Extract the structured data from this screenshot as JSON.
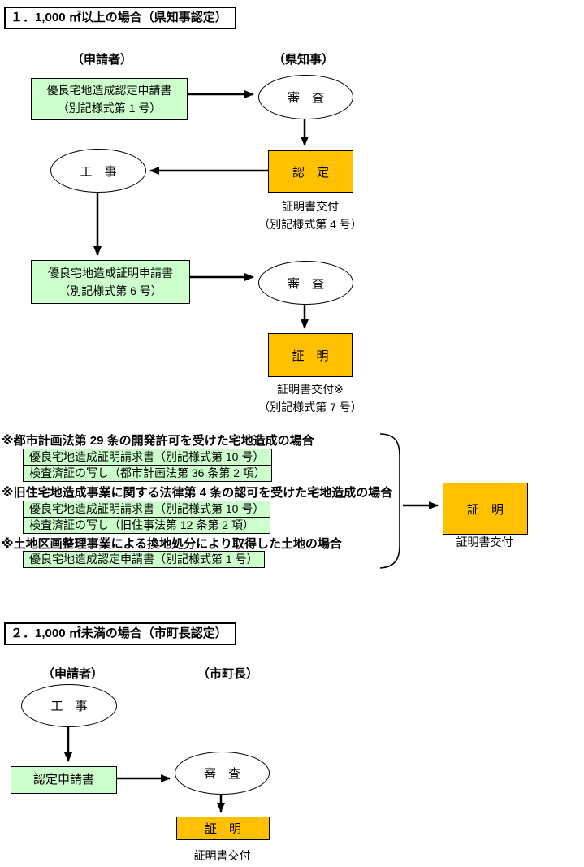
{
  "colors": {
    "background": "#ffffff",
    "document_fill": "#ccffcc",
    "decision_fill": "#ffc000",
    "line": "#000000"
  },
  "section1": {
    "title": "１．1,000 ㎡以上の場合（県知事認定）",
    "applicant_label": "（申請者）",
    "governor_label": "（県知事）",
    "doc1_line1": "優良宅地造成認定申請書",
    "doc1_line2": "（別記様式第 1 号）",
    "review1": "審　査",
    "approval": "認　定",
    "approval_caption_line1": "証明書交付",
    "approval_caption_line2": "（別記様式第 4 号）",
    "construction": "工　事",
    "doc2_line1": "優良宅地造成証明申請書",
    "doc2_line2": "（別記様式第 6 号）",
    "review2": "審　査",
    "certify": "証　明",
    "certify_caption_line1": "証明書交付※",
    "certify_caption_line2": "（別記様式第 7 号）"
  },
  "notes": {
    "case1_heading": "※都市計画法第 29 条の開発許可を受けた宅地造成の場合",
    "case1_doc_line1": "優良宅地造成証明請求書（別記様式第 10 号）",
    "case1_doc_line2": "検査済証の写し（都市計画法第 36 条第 2 項）",
    "case2_heading": "※旧住宅地造成事業に関する法律第 4 条の認可を受けた宅地造成の場合",
    "case2_doc_line1": "優良宅地造成証明請求書（別記様式第 10 号）",
    "case2_doc_line2": "検査済証の写し（旧住事法第 12 条第 2 項）",
    "case3_heading": "※土地区画整理事業による換地処分により取得した土地の場合",
    "case3_doc_line1": "優良宅地造成認定申請書（別記様式第 1 号）",
    "certify": "証　明",
    "certify_caption": "証明書交付"
  },
  "section2": {
    "title": "２．1,000 ㎡未満の場合（市町長認定）",
    "applicant_label": "（申請者）",
    "mayor_label": "（市町長）",
    "construction": "工　事",
    "doc": "認定申請書",
    "review": "審　査",
    "certify": "証　明",
    "certify_caption": "証明書交付"
  }
}
